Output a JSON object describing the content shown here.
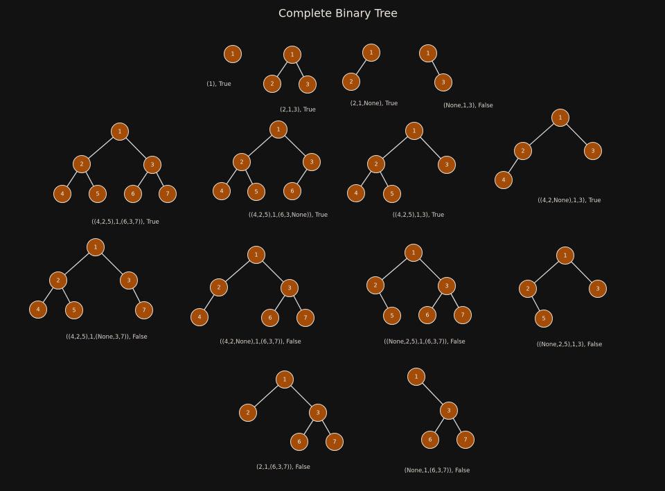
{
  "title": "Complete Binary Tree",
  "colors": {
    "background": "#121212",
    "node_fill": "#a34c07",
    "node_stroke": "#e6e0d6",
    "edge": "#d9d9d9",
    "text": "#d6d2cb"
  },
  "trees": [
    {
      "caption": "(1), True",
      "nodes": [
        "1"
      ],
      "edges": []
    },
    {
      "caption": "(2,1,3), True",
      "nodes": [
        "1",
        "2",
        "3"
      ],
      "edges": [
        [
          "1",
          "2"
        ],
        [
          "1",
          "3"
        ]
      ]
    },
    {
      "caption": "(2,1,None), True",
      "nodes": [
        "1",
        "2"
      ],
      "edges": [
        [
          "1",
          "2"
        ]
      ]
    },
    {
      "caption": "(None,1,3), False",
      "nodes": [
        "1",
        "3"
      ],
      "edges": [
        [
          "1",
          "3"
        ]
      ]
    },
    {
      "caption": "((4,2,5),1,(6,3,7)), True",
      "nodes": [
        "1",
        "2",
        "3",
        "4",
        "5",
        "6",
        "7"
      ],
      "edges": [
        [
          "1",
          "2"
        ],
        [
          "1",
          "3"
        ],
        [
          "2",
          "4"
        ],
        [
          "2",
          "5"
        ],
        [
          "3",
          "6"
        ],
        [
          "3",
          "7"
        ]
      ]
    },
    {
      "caption": "((4,2,5),1,(6,3,None)), True",
      "nodes": [
        "1",
        "2",
        "3",
        "4",
        "5",
        "6"
      ],
      "edges": [
        [
          "1",
          "2"
        ],
        [
          "1",
          "3"
        ],
        [
          "2",
          "4"
        ],
        [
          "2",
          "5"
        ],
        [
          "3",
          "6"
        ]
      ]
    },
    {
      "caption": "((4,2,5),1,3), True",
      "nodes": [
        "1",
        "2",
        "3",
        "4",
        "5"
      ],
      "edges": [
        [
          "1",
          "2"
        ],
        [
          "1",
          "3"
        ],
        [
          "2",
          "4"
        ],
        [
          "2",
          "5"
        ]
      ]
    },
    {
      "caption": "((4,2,None),1,3), True",
      "nodes": [
        "1",
        "2",
        "3",
        "4"
      ],
      "edges": [
        [
          "1",
          "2"
        ],
        [
          "1",
          "3"
        ],
        [
          "2",
          "4"
        ]
      ]
    },
    {
      "caption": "((4,2,5),1,(None,3,7)), False",
      "nodes": [
        "1",
        "2",
        "3",
        "4",
        "5",
        "7"
      ],
      "edges": [
        [
          "1",
          "2"
        ],
        [
          "1",
          "3"
        ],
        [
          "2",
          "4"
        ],
        [
          "2",
          "5"
        ],
        [
          "3",
          "7"
        ]
      ]
    },
    {
      "caption": "((4,2,None),1,(6,3,7)), False",
      "nodes": [
        "1",
        "2",
        "3",
        "4",
        "6",
        "7"
      ],
      "edges": [
        [
          "1",
          "2"
        ],
        [
          "1",
          "3"
        ],
        [
          "2",
          "4"
        ],
        [
          "3",
          "6"
        ],
        [
          "3",
          "7"
        ]
      ]
    },
    {
      "caption": "((None,2,5),1,(6,3,7)), False",
      "nodes": [
        "1",
        "2",
        "3",
        "5",
        "6",
        "7"
      ],
      "edges": [
        [
          "1",
          "2"
        ],
        [
          "1",
          "3"
        ],
        [
          "2",
          "5"
        ],
        [
          "3",
          "6"
        ],
        [
          "3",
          "7"
        ]
      ]
    },
    {
      "caption": "((None,2,5),1,3), False",
      "nodes": [
        "1",
        "2",
        "3",
        "5"
      ],
      "edges": [
        [
          "1",
          "2"
        ],
        [
          "1",
          "3"
        ],
        [
          "2",
          "5"
        ]
      ]
    },
    {
      "caption": "(2,1,(6,3,7)), False",
      "nodes": [
        "1",
        "2",
        "3",
        "6",
        "7"
      ],
      "edges": [
        [
          "1",
          "2"
        ],
        [
          "1",
          "3"
        ],
        [
          "3",
          "6"
        ],
        [
          "3",
          "7"
        ]
      ]
    },
    {
      "caption": "(None,1,(6,3,7)), False",
      "nodes": [
        "1",
        "3",
        "6",
        "7"
      ],
      "edges": [
        [
          "1",
          "3"
        ],
        [
          "3",
          "6"
        ],
        [
          "3",
          "7"
        ]
      ]
    }
  ]
}
